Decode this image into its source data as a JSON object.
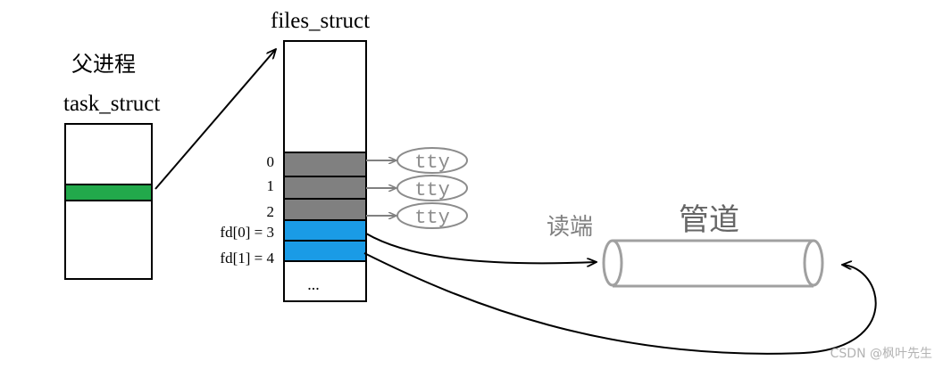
{
  "parent_process_label": "父进程",
  "task_struct_label": "task_struct",
  "files_struct_label": "files_struct",
  "fd_labels": [
    "0",
    "1",
    "2",
    "fd[0] = 3",
    "fd[1] = 4"
  ],
  "fd_targets": [
    "tty",
    "tty",
    "tty"
  ],
  "ellipsis": "...",
  "read_end_label": "读端",
  "pipe_label": "管道",
  "watermark": "CSDN @枫叶先生",
  "colors": {
    "task_highlight": "#22a94b",
    "fd_std": "#808080",
    "fd_pipe": "#1a9be6",
    "tty_outline": "#8c8c8c",
    "pipe_outline": "#a0a0a0",
    "pipe_label_text": "#666666"
  }
}
